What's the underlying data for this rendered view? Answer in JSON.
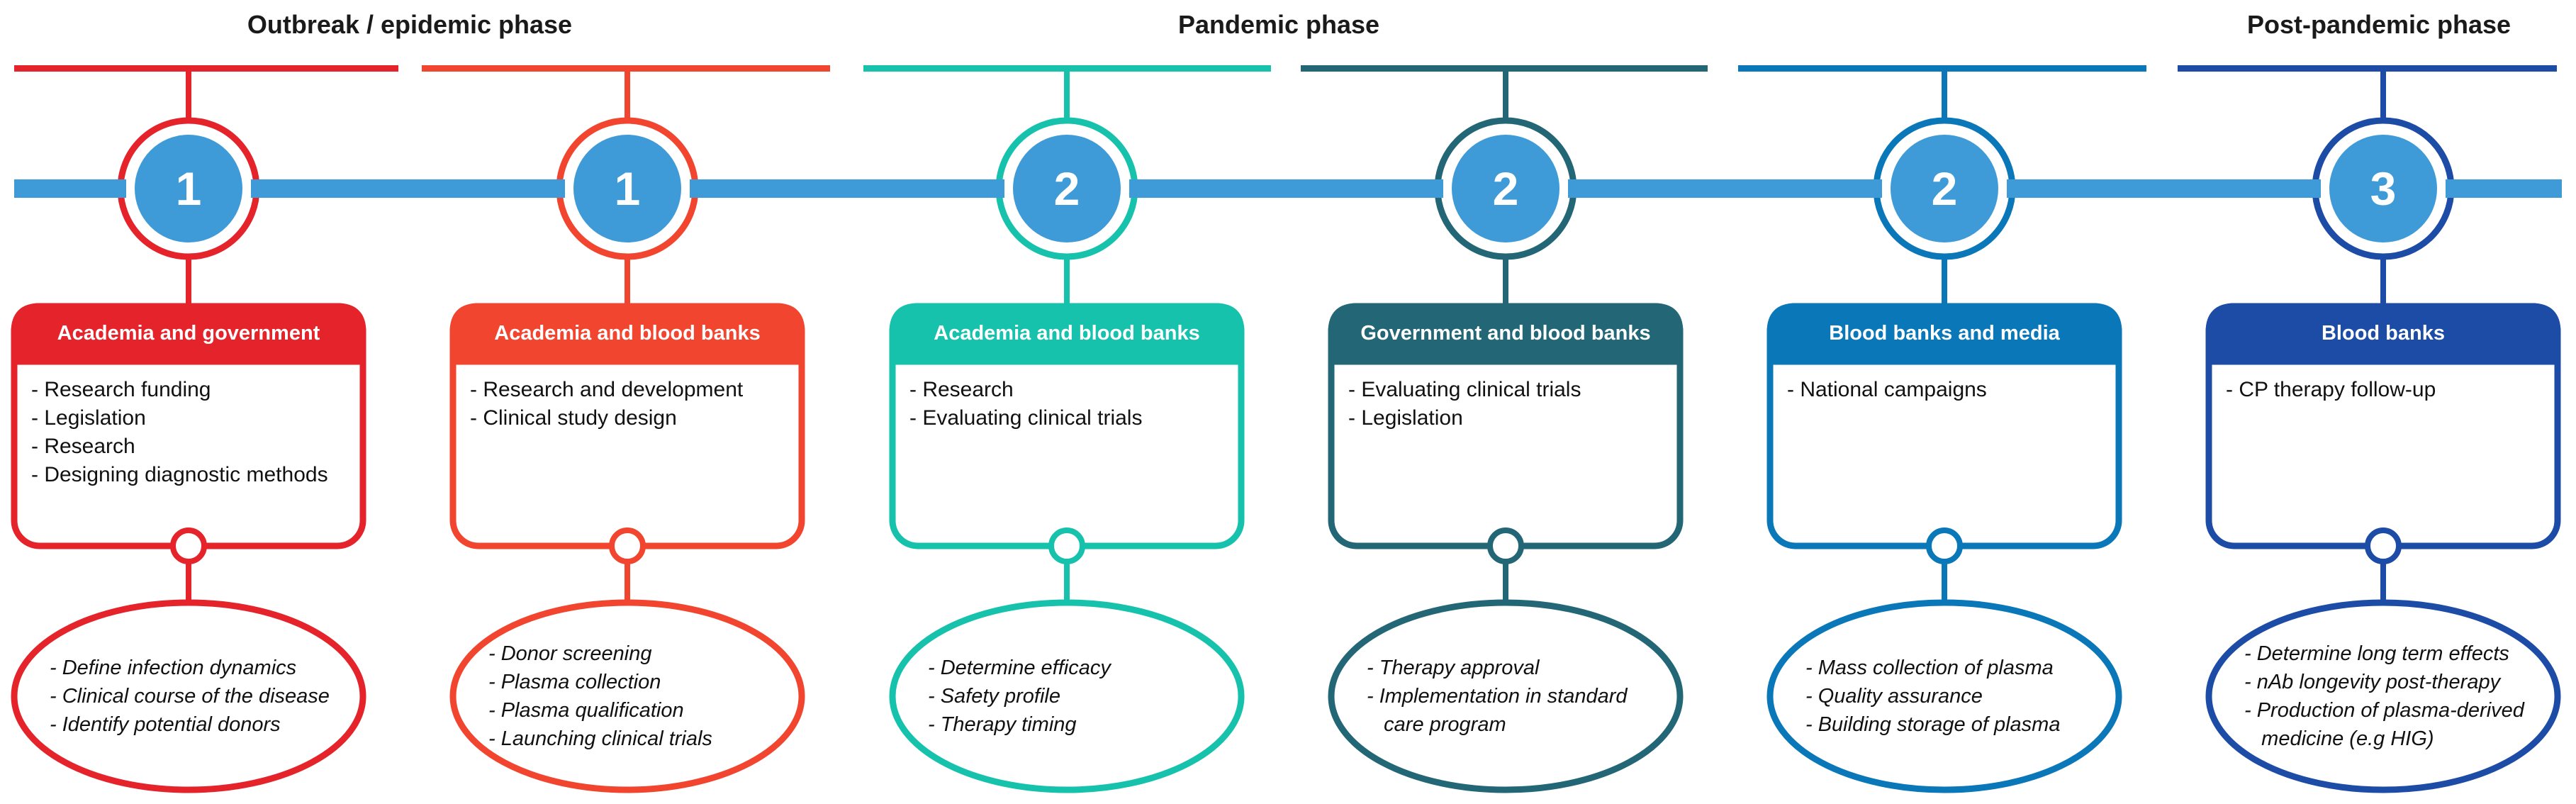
{
  "phases": [
    {
      "title": "Outbreak / epidemic phase"
    },
    {
      "title": "Pandemic phase"
    },
    {
      "title": "Post-pandemic phase"
    }
  ],
  "stages": [
    {
      "number": "1",
      "color": "#e4232b",
      "header": "Academia and government",
      "items": [
        "- Research funding",
        "- Legislation",
        "- Research",
        "- Designing diagnostic methods"
      ],
      "tasks": [
        "- Define infection dynamics",
        "- Clinical course of the disease",
        "- Identify potential donors"
      ]
    },
    {
      "number": "1",
      "color": "#f2452f",
      "header": "Academia and blood banks",
      "items": [
        "- Research and development",
        "- Clinical study design"
      ],
      "tasks": [
        "- Donor screening",
        "- Plasma collection",
        "- Plasma qualification",
        "- Launching clinical trials"
      ]
    },
    {
      "number": "2",
      "color": "#17c2ad",
      "header": "Academia and blood banks",
      "items": [
        "- Research",
        "- Evaluating clinical trials"
      ],
      "tasks": [
        "- Determine efficacy",
        "- Safety profile",
        "- Therapy timing"
      ]
    },
    {
      "number": "2",
      "color": "#236777",
      "header": "Government and blood banks",
      "items": [
        "- Evaluating clinical trials",
        "- Legislation"
      ],
      "tasks": [
        "- Therapy approval",
        "- Implementation in standard",
        "   care program"
      ]
    },
    {
      "number": "2",
      "color": "#0a77b9",
      "header": "Blood banks and media",
      "items": [
        "- National campaigns"
      ],
      "tasks": [
        "- Mass collection of plasma",
        "- Quality assurance",
        "- Building storage of plasma"
      ]
    },
    {
      "number": "3",
      "color": "#1d4ca6",
      "header": "Blood banks",
      "items": [
        "- CP therapy follow-up"
      ],
      "tasks": [
        "- Determine long term effects",
        "- nAb longevity post-therapy",
        "- Production of plasma-derived",
        "   medicine (e.g HIG)"
      ]
    }
  ],
  "colors": {
    "timeline": "#3f9bd8",
    "circle_fill": "#3f9bd8"
  }
}
